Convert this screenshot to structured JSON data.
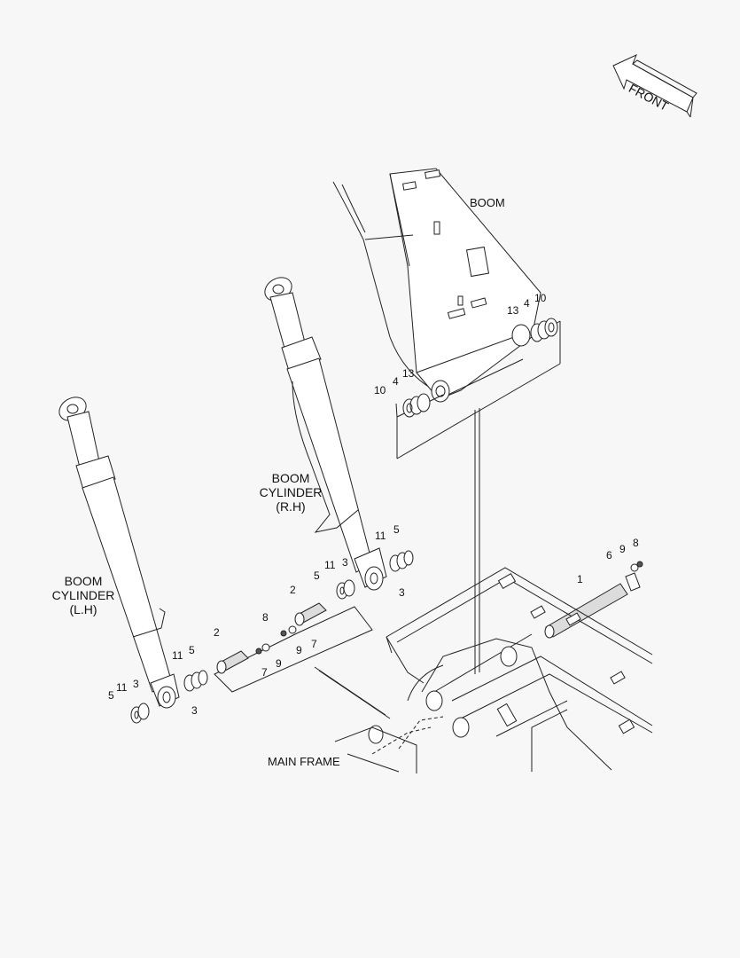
{
  "labels": {
    "front": "FRONT",
    "boom": "BOOM",
    "main_frame": "MAIN FRAME",
    "cylinder_rh": [
      "BOOM",
      "CYLINDER",
      "(R.H)"
    ],
    "cylinder_lh": [
      "BOOM",
      "CYLINDER",
      "(L.H)"
    ]
  },
  "callouts": {
    "boom_right": [
      "13",
      "4",
      "10"
    ],
    "boom_left": [
      "10",
      "4",
      "13"
    ],
    "pin_assembly": [
      "1",
      "6",
      "9",
      "8"
    ],
    "rh_rod_end": [
      "11",
      "5",
      "3"
    ],
    "rh_bottom": [
      "5",
      "11",
      "3"
    ],
    "center_pin_right": [
      "2",
      "8",
      "9",
      "7"
    ],
    "center_pin_left": [
      "2",
      "7",
      "9"
    ],
    "lh_bottom": [
      "11",
      "5",
      "3"
    ],
    "lh_far": [
      "5",
      "11",
      "3"
    ]
  },
  "colors": {
    "line": "#222222",
    "background": "#f7f7f7",
    "shade": "#dcdcdc"
  }
}
